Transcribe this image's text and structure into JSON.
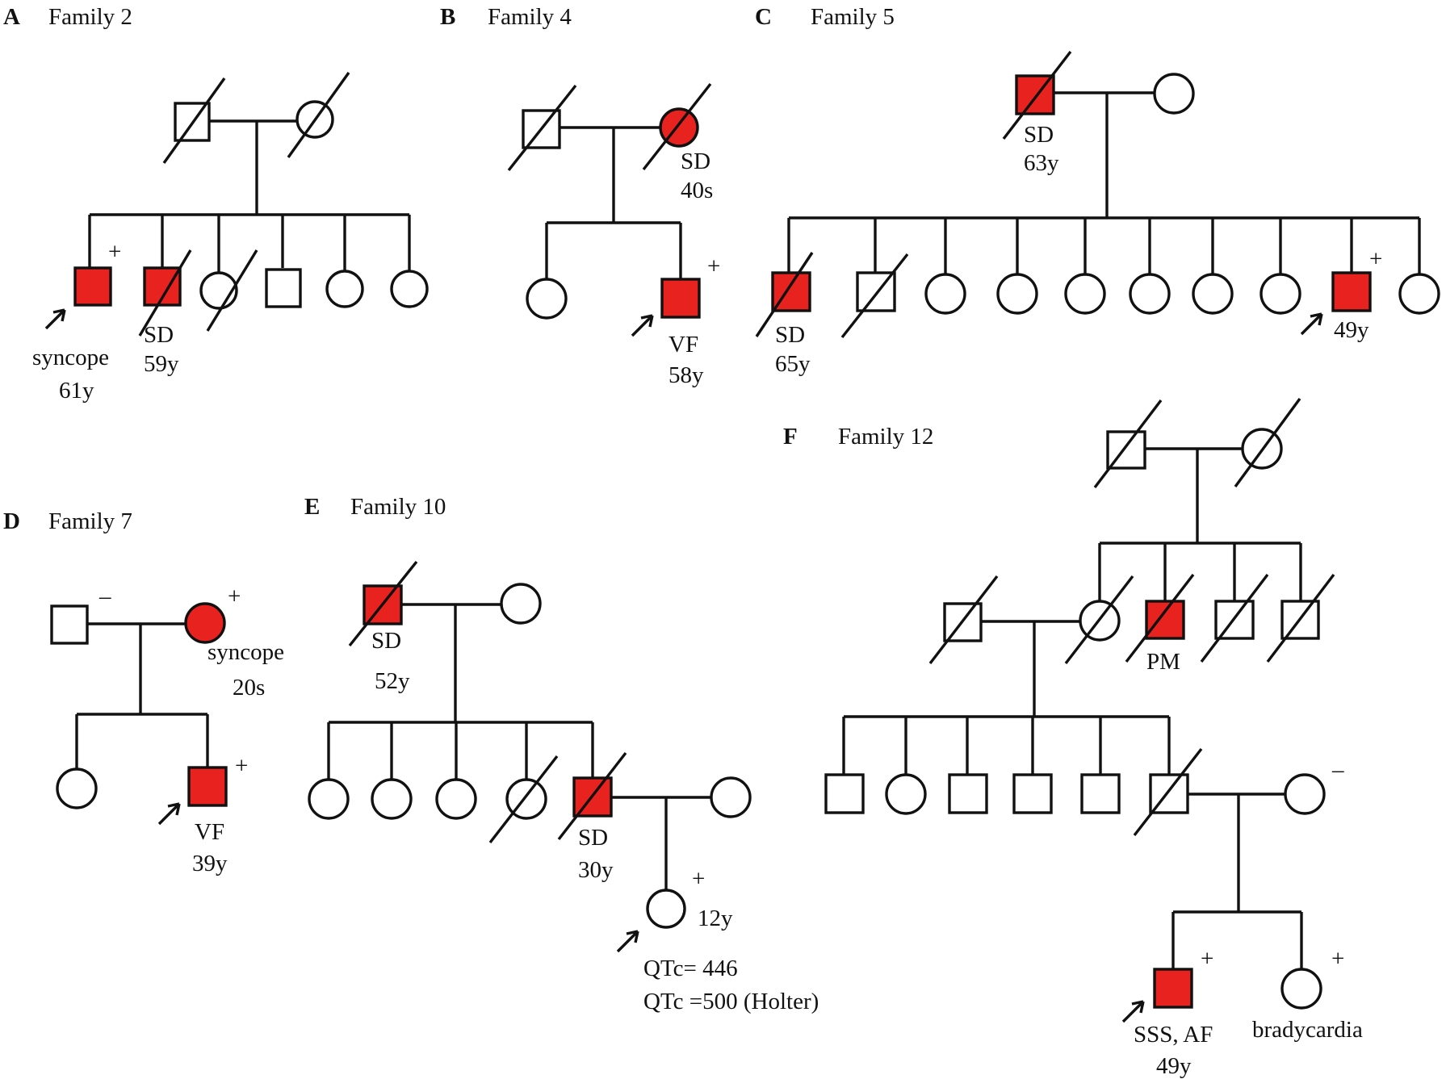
{
  "colors": {
    "affected": "#e8231f",
    "unaffected": "#ffffff",
    "line": "#111111"
  },
  "panels": {
    "A": {
      "letter": "A",
      "title": "Family 2",
      "plus": "+",
      "label_1": "syncope",
      "label_1_age": "61y",
      "label_2": "SD",
      "label_2_age": "59y"
    },
    "B": {
      "letter": "B",
      "title": "Family 4",
      "mother_label": "SD",
      "mother_age": "40s",
      "plus": "+",
      "proband_label": "VF",
      "proband_age": "58y"
    },
    "C": {
      "letter": "C",
      "title": "Family 5",
      "father_label": "SD",
      "father_age": "63y",
      "son_label": "SD",
      "son_age": "65y",
      "plus": "+",
      "proband_age": "49y"
    },
    "D": {
      "letter": "D",
      "title": "Family 7",
      "minus": "–",
      "plus_mother": "+",
      "mother_label": "syncope",
      "mother_age": "20s",
      "plus_proband": "+",
      "proband_label": "VF",
      "proband_age": "39y"
    },
    "E": {
      "letter": "E",
      "title": "Family 10",
      "grandfather_label": "SD",
      "grandfather_age": "52y",
      "father_label": "SD",
      "father_age": "30y",
      "plus": "+",
      "proband_age": "12y",
      "qtc_1": "QTc= 446",
      "qtc_2": "QTc =500 (Holter)"
    },
    "F": {
      "letter": "F",
      "title": "Family 12",
      "uncle_label": "PM",
      "minus": "–",
      "plus_proband": "+",
      "plus_sister": "+",
      "proband_label": "SSS, AF",
      "proband_age": "49y",
      "sister_label": "bradycardia"
    }
  }
}
